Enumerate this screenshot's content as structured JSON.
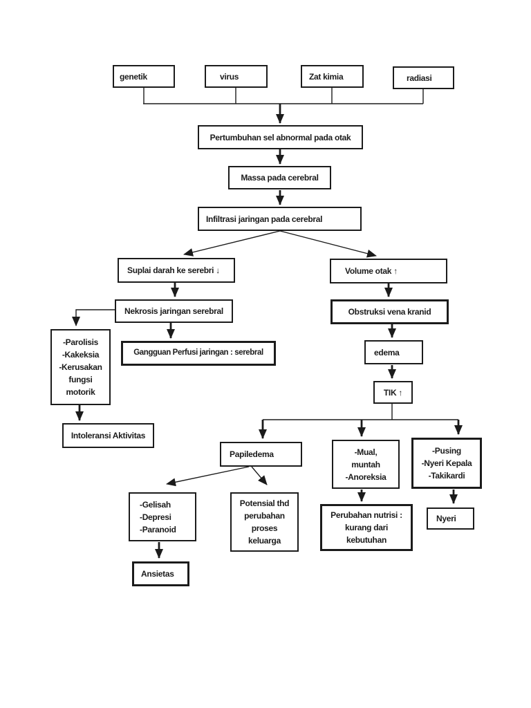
{
  "colors": {
    "line": "#1b1b1b",
    "box_border": "#1b1b1b",
    "background": "#ffffff"
  },
  "nodes": {
    "genetik": {
      "label": "genetik"
    },
    "virus": {
      "label": "virus"
    },
    "zat_kimia": {
      "label": "Zat kimia"
    },
    "radiasi": {
      "label": "radiasi"
    },
    "pertumbuhan": {
      "label": "Pertumbuhan sel abnormal pada otak"
    },
    "massa": {
      "label": "Massa pada cerebral"
    },
    "infiltrasi": {
      "label": "Infiltrasi jaringan pada cerebral"
    },
    "suplai": {
      "label": "Suplai darah ke serebri ↓"
    },
    "volume": {
      "label": "Volume otak ↑"
    },
    "nekrosis": {
      "label": "Nekrosis jaringan serebral"
    },
    "obstruksi": {
      "label": "Obstruksi vena kranid"
    },
    "parolisis": {
      "label": "-Parolisis\n-Kakeksia\n-Kerusakan\nfungsi\nmotorik"
    },
    "gangguan": {
      "label": "Gangguan Perfusi jaringan : serebral"
    },
    "edema": {
      "label": "edema"
    },
    "tik": {
      "label": "TIK ↑"
    },
    "intoleransi": {
      "label": "Intoleransi Aktivitas"
    },
    "papiledema": {
      "label": "Papiledema"
    },
    "mual": {
      "label": "-Mual,\nmuntah\n-Anoreksia"
    },
    "pusing": {
      "label": "-Pusing\n-Nyeri Kepala\n-Takikardi"
    },
    "gelisah": {
      "label": "-Gelisah\n-Depresi\n-Paranoid"
    },
    "potensial": {
      "label": "Potensial thd\nperubahan\nproses\nkeluarga"
    },
    "perubahan": {
      "label": "Perubahan nutrisi :\nkurang dari\nkebutuhan"
    },
    "nyeri": {
      "label": "Nyeri"
    },
    "ansietas": {
      "label": "Ansietas"
    }
  }
}
